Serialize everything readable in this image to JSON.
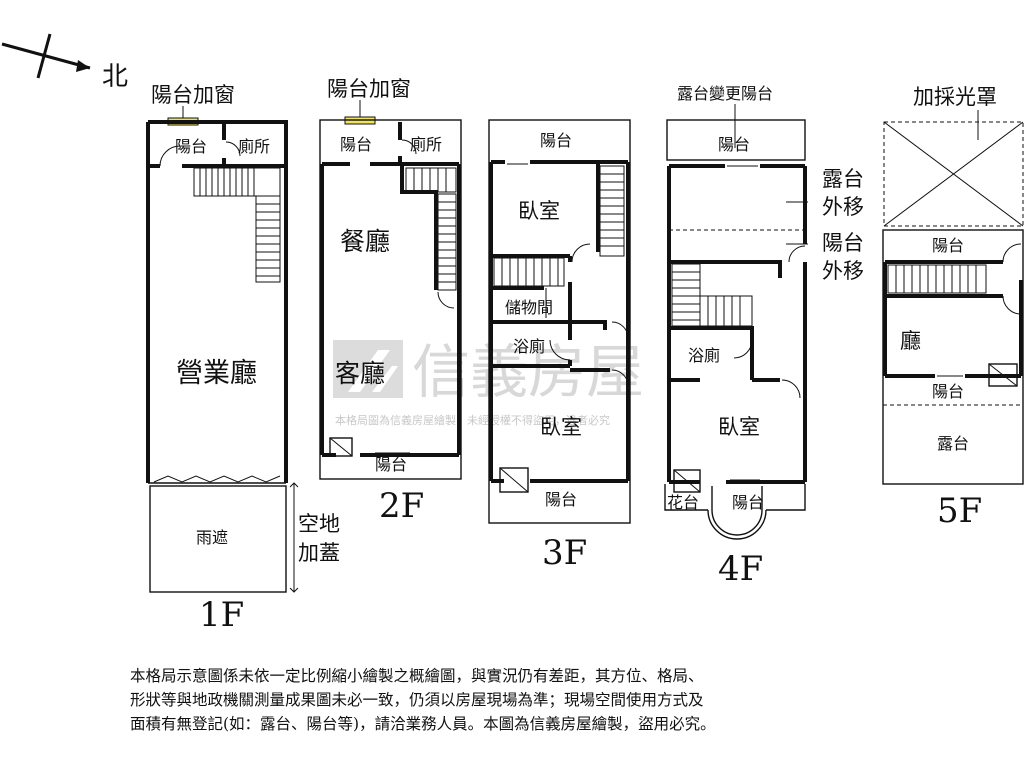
{
  "compass": {
    "north_label": "北"
  },
  "watermark": {
    "brand": "信義房屋",
    "notice": "本格局圖為信義房屋繪製，未經授權不得盜用，違者必究"
  },
  "floors": {
    "f1": {
      "label": "1F",
      "top_label": "陽台加窗",
      "rooms": {
        "balcony": "陽台",
        "toilet": "廁所",
        "hall": "營業廳",
        "canopy": "雨遮"
      },
      "side_note": [
        "空地",
        "加蓋"
      ]
    },
    "f2": {
      "label": "2F",
      "top_label": "陽台加窗",
      "rooms": {
        "balcony_top": "陽台",
        "toilet": "廁所",
        "dining": "餐廳",
        "living": "客廳",
        "balcony_bottom": "陽台"
      }
    },
    "f3": {
      "label": "3F",
      "rooms": {
        "balcony_top": "陽台",
        "bedroom_top": "臥室",
        "storage": "儲物間",
        "bath": "浴廁",
        "bedroom_bottom": "臥室",
        "balcony_bottom": "陽台"
      }
    },
    "f4": {
      "label": "4F",
      "top_label": "露台變更陽台",
      "rooms": {
        "balcony_top": "陽台",
        "bath": "浴廁",
        "bedroom": "臥室",
        "planter": "花台",
        "balcony_bottom": "陽台"
      },
      "side_notes": [
        [
          "露台",
          "外移"
        ],
        [
          "陽台",
          "外移"
        ]
      ]
    },
    "f5": {
      "label": "5F",
      "top_label": "加採光罩",
      "rooms": {
        "balcony_top": "陽台",
        "hall": "廳",
        "balcony_mid": "陽台",
        "terrace": "露台"
      }
    }
  },
  "disclaimer": [
    "本格局示意圖係未依一定比例縮小繪製之概繪圖，與實況仍有差距，其方位、格局、",
    "形狀等與地政機關測量成果圖未必一致，仍須以房屋現場為準；現場空間使用方式及",
    "面積有無登記(如：露台、陽台等)，請洽業務人員。本圖為信義房屋繪製，盜用必究。"
  ]
}
